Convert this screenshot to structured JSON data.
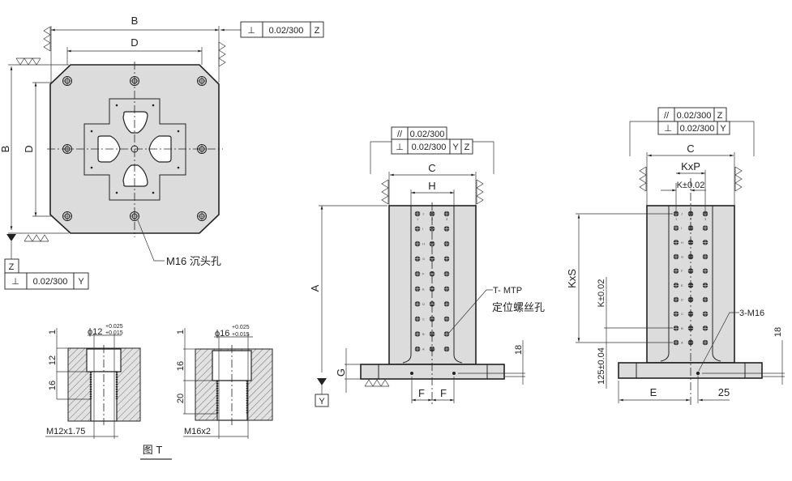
{
  "top_view": {
    "dim_outer": "B",
    "dim_inner": "D",
    "dim_outer_vertical": "B",
    "dim_inner_vertical": "D",
    "gdt_top": {
      "symbol": "⊥",
      "value": "0.02/300",
      "datum": "Z"
    },
    "datum_label": "Z",
    "gdt_left": {
      "symbol": "⊥",
      "value": "0.02/300",
      "datum": "Y"
    },
    "hole_callout": "M16 沉头孔"
  },
  "section_views": {
    "left": {
      "diameter": "ϕ12",
      "tol_upper": "+0.025",
      "tol_lower": "+0.015",
      "dims": [
        "1",
        "12",
        "16"
      ],
      "thread": "M12x1.75"
    },
    "right": {
      "diameter": "ϕ16",
      "tol_upper": "+0.025",
      "tol_lower": "+0.015",
      "dims": [
        "1",
        "16",
        "20"
      ],
      "thread": "M16x2"
    },
    "caption": "图 T"
  },
  "front_view": {
    "gdt_parallel": {
      "symbol": "//",
      "value": "0.02/300"
    },
    "gdt_perp": {
      "symbol": "⊥",
      "value": "0.02/300",
      "datum1": "Y",
      "datum2": "Z"
    },
    "dim_c": "C",
    "dim_h": "H",
    "dim_a": "A",
    "dim_g": "G",
    "dim_f1": "F",
    "dim_f2": "F",
    "dim_18": "18",
    "datum_label": "Y",
    "callout_line1": "T- MTP",
    "callout_line2": "定位螺丝孔"
  },
  "side_view": {
    "gdt_parallel": {
      "symbol": "//",
      "value": "0.02/300",
      "datum": "Z"
    },
    "gdt_perp": {
      "symbol": "⊥",
      "value": "0.02/300",
      "datum": "Y"
    },
    "dim_c": "C",
    "dim_kxp": "KxP",
    "dim_k_h": "K±0.02",
    "dim_kxs": "KxS",
    "dim_k_v": "K±0.02",
    "dim_125": "125±0.04",
    "dim_e": "E",
    "dim_25": "25",
    "dim_18": "18",
    "callout": "3-M16"
  },
  "hole_grid": {
    "rows": [
      "J",
      "I",
      "H",
      "G",
      "F",
      "E",
      "D",
      "C",
      "B",
      "A"
    ],
    "cols": [
      "1",
      "2",
      "3"
    ]
  }
}
